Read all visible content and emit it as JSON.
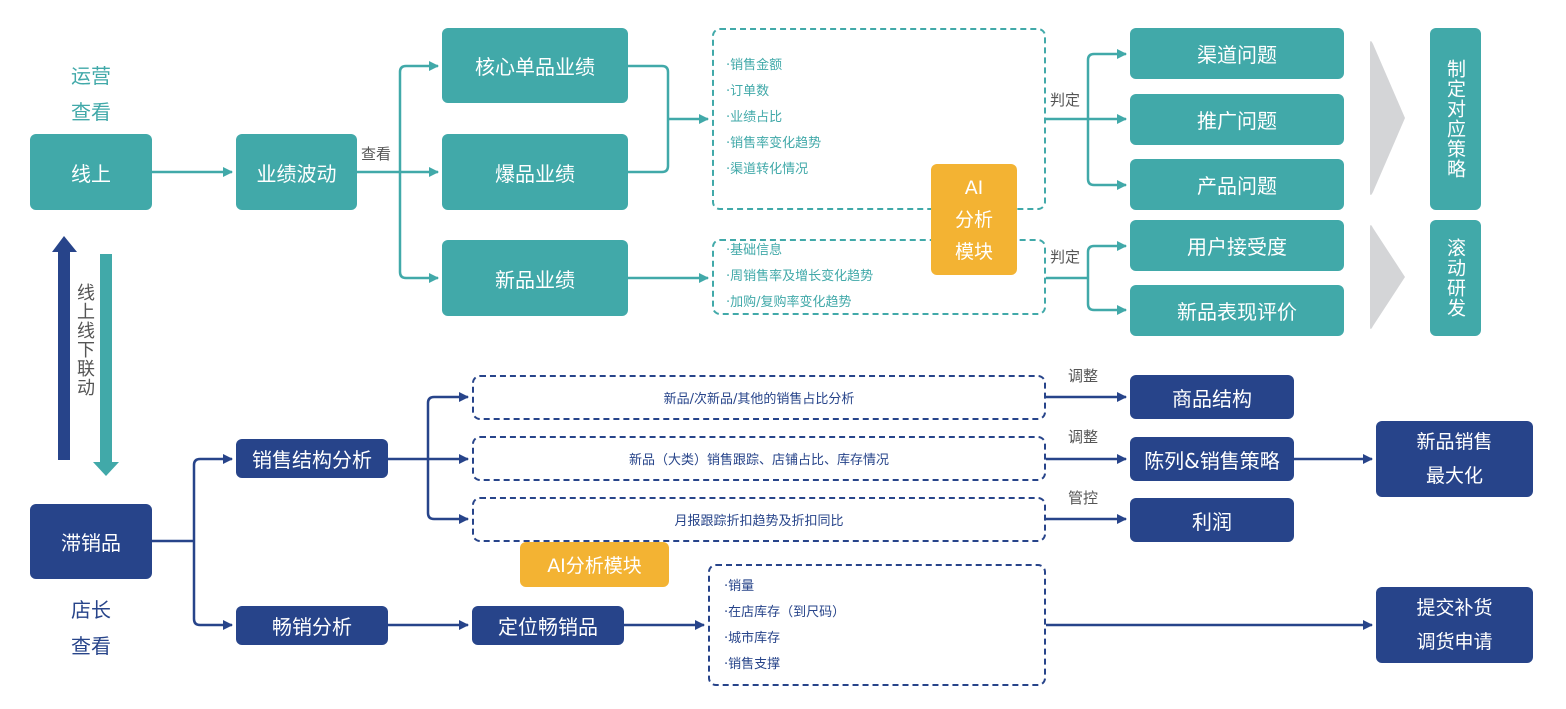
{
  "colors": {
    "teal": "#41a9a9",
    "navy": "#27448a",
    "gold": "#f3b333",
    "chevron_gray": "#d4d5d7",
    "label_gray": "#555555"
  },
  "online_section": {
    "role_label": [
      "运营",
      "查看"
    ],
    "start_node": "线上",
    "performance_node": "业绩波动",
    "view_label": "查看",
    "branches": [
      "核心单品业绩",
      "爆品业绩",
      "新品业绩"
    ],
    "metrics_box_1": [
      "·销售金额",
      "·订单数",
      "·业绩占比",
      "·销售率变化趋势",
      "·渠道转化情况"
    ],
    "metrics_box_2": [
      "·基础信息",
      "·周销售率及增长变化趋势",
      "·加购/复购率变化趋势"
    ],
    "ai_module": [
      "AI",
      "分析",
      "模块"
    ],
    "judge_label_1": "判定",
    "judge_label_2": "判定",
    "problems": [
      "渠道问题",
      "推广问题",
      "产品问题"
    ],
    "new_product_eval": [
      "用户接受度",
      "新品表现评价"
    ],
    "outcome_1": "制定对应策略",
    "outcome_2": "滚动研发"
  },
  "linkage": {
    "label": "线上线下联动",
    "up_arrow": "arrow-up-icon",
    "down_arrow": "arrow-down-icon"
  },
  "offline_section": {
    "role_label": [
      "店长",
      "查看"
    ],
    "start_node": "滞销品",
    "branches": [
      "销售结构分析",
      "畅销分析"
    ],
    "analysis_boxes": [
      "新品/次新品/其他的销售占比分析",
      "新品（大类）销售跟踪、店铺占比、库存情况",
      "月报跟踪折扣趋势及折扣同比"
    ],
    "action_labels": [
      "调整",
      "调整",
      "管控"
    ],
    "targets": [
      "商品结构",
      "陈列&销售策略",
      "利润"
    ],
    "max_result": [
      "新品销售",
      "最大化"
    ],
    "ai_module": "AI分析模块",
    "locate_node": "定位畅销品",
    "bestseller_metrics": [
      "·销量",
      "·在店库存（到尺码）",
      "·城市库存",
      "·销售支撑"
    ],
    "submit_node": [
      "提交补货",
      "调货申请"
    ]
  }
}
